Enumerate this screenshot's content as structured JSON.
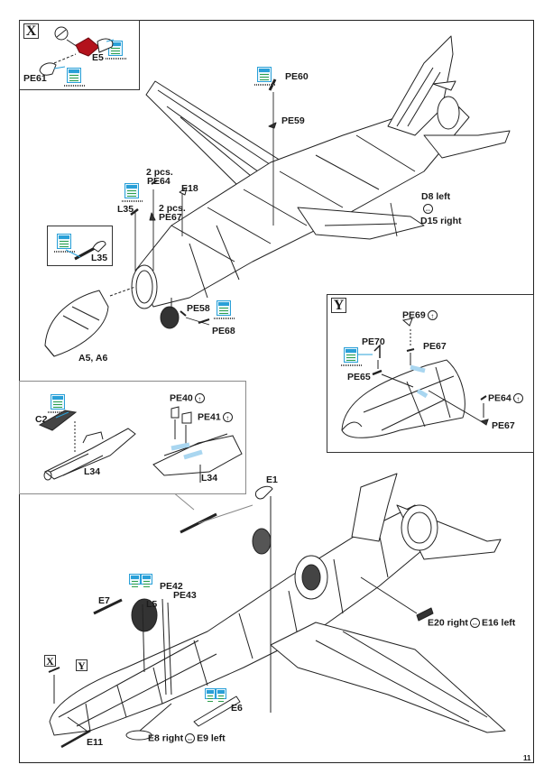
{
  "page": {
    "number": "11"
  },
  "colors": {
    "frame": "#222222",
    "photo_etch_badge": "#2aa0d8",
    "photo_etch_green": "#2b9f4a",
    "highlight": "#a9d6f0",
    "resin_part": "#b3121c"
  },
  "inset_x": {
    "letter": "X",
    "parts": [
      "E5",
      "PE61"
    ]
  },
  "inset_l35": {
    "part": "L35"
  },
  "inset_y": {
    "letter": "Y",
    "parts": {
      "pe69": "PE69",
      "pe70": "PE70",
      "pe67a": "PE67",
      "pe65": "PE65",
      "pe64": "PE64",
      "pe67b": "PE67"
    }
  },
  "inset_cockpit": {
    "parts": {
      "c2": "C2",
      "l34a": "L34",
      "pe40": "PE40",
      "pe41": "PE41",
      "l34b": "L34"
    }
  },
  "upper_assembly": {
    "pe60": "PE60",
    "pe59": "PE59",
    "pe64_qty": "2 pcs.",
    "pe64": "PE64",
    "e18": "E18",
    "l35": "L35",
    "pe67_qty": "2 pcs.",
    "pe67": "PE67",
    "d8": "D8 left",
    "d15": "D15 right",
    "pe58": "PE58",
    "pe68": "PE68",
    "a5a6": "A5, A6"
  },
  "lower_assembly": {
    "e1": "E1",
    "pe42": "PE42",
    "pe43": "PE43",
    "e7": "E7",
    "l5": "L5",
    "x_ref": "X",
    "y_ref": "Y",
    "e6": "E6",
    "e11": "E11",
    "e8": "E8 right",
    "e9": "E9 left",
    "e20": "E20 right",
    "e16": "E16 left"
  },
  "icons": {
    "flip_mirror": "⇔",
    "optional_arrow": "↑"
  }
}
